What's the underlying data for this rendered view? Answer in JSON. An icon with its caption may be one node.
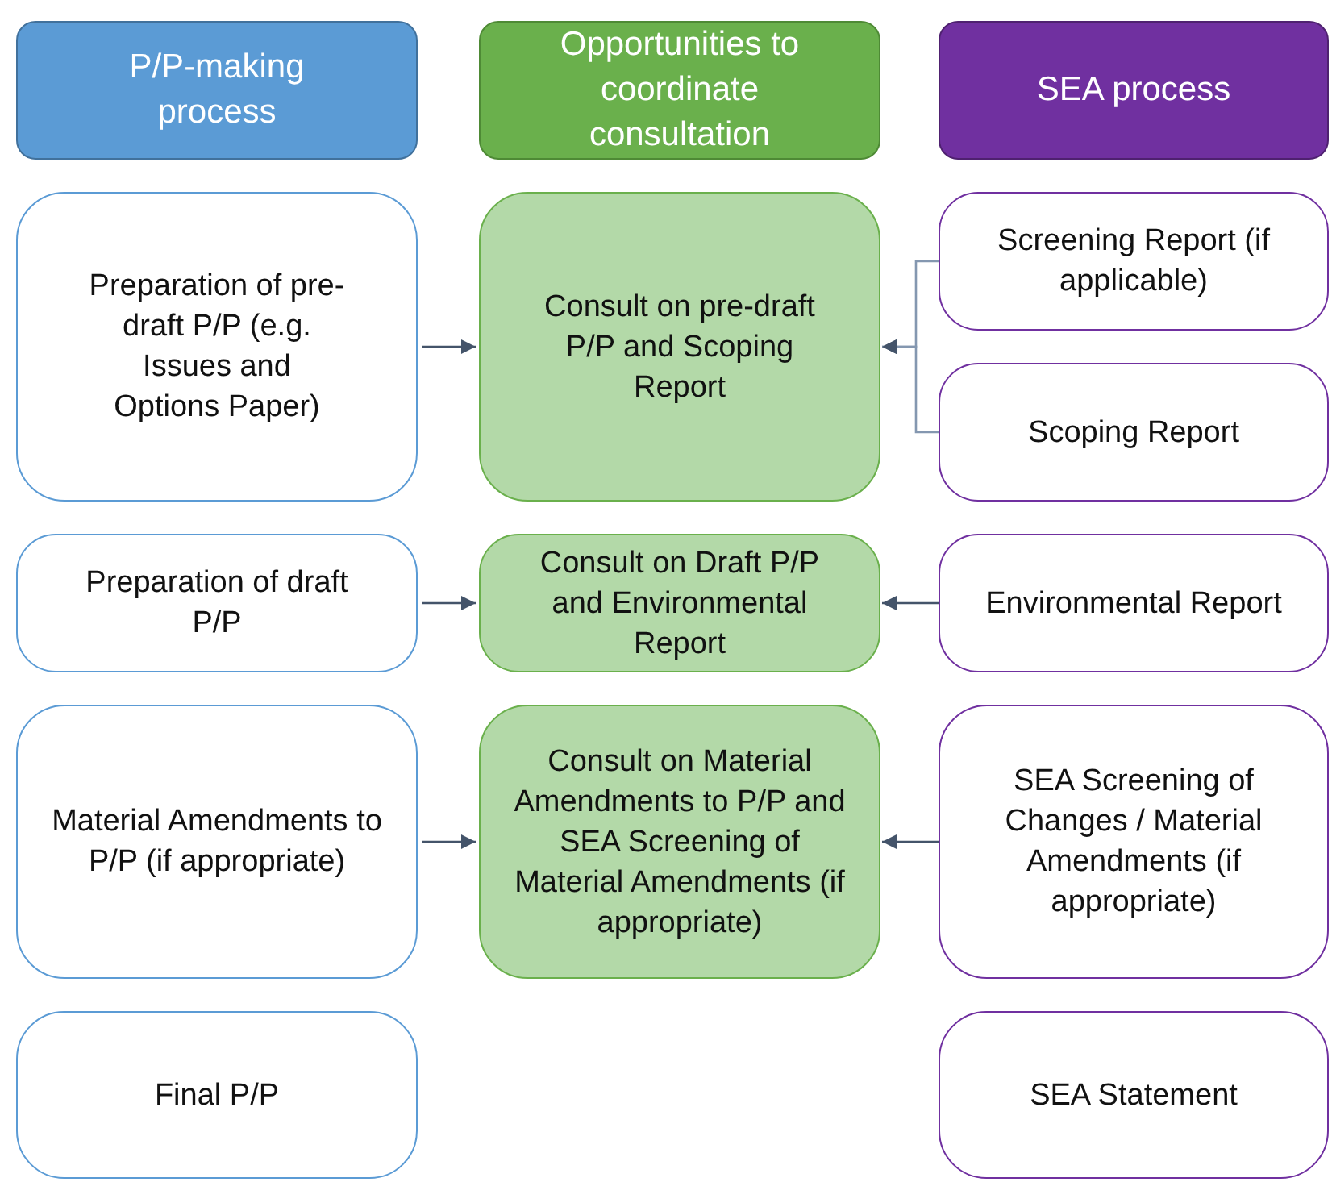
{
  "diagram": {
    "nodes": [
      {
        "text": [
          "P/P-making process"
        ]
      },
      {
        "text": [
          "Opportunities to coordinate consultation"
        ]
      },
      {
        "text": [
          "SEA process"
        ]
      },
      {
        "text": [
          "Preparation of pre-draft P/P (e.g. Issues and Options Paper)"
        ]
      },
      {
        "text": [
          "Consult on pre-draft P/P and Scoping Report"
        ]
      },
      {
        "text": [
          "Screening Report (if applicable)"
        ]
      },
      {
        "text": [
          "Scoping Report"
        ]
      },
      {
        "text": [
          "Preparation of draft P/P"
        ]
      },
      {
        "text": [
          "Consult on Draft P/P and Environmental Report"
        ]
      },
      {
        "text": [
          "Environmental Report"
        ]
      },
      {
        "text": [
          "Material Amendments to P/P (if appropriate)"
        ]
      },
      {
        "text": [
          "Consult on Material Amendments to P/P and SEA Screening of Material Amendments (if appropriate)"
        ]
      },
      {
        "text": [
          "SEA Screening of Changes / Material Amendments (if appropriate)"
        ]
      },
      {
        "text": [
          "Final P/P"
        ]
      },
      {
        "text": [
          "SEA Statement"
        ]
      }
    ],
    "edges": [
      {
        "from": 3,
        "to": 4,
        "arrow": "to"
      },
      {
        "from": 5,
        "to": 4,
        "arrow": "to"
      },
      {
        "from": 6,
        "to": 4,
        "arrow": "to"
      },
      {
        "from": 7,
        "to": 8,
        "arrow": "to"
      },
      {
        "from": 9,
        "to": 8,
        "arrow": "to"
      },
      {
        "from": 10,
        "to": 11,
        "arrow": "to"
      },
      {
        "from": 12,
        "to": 11,
        "arrow": "to"
      }
    ]
  }
}
